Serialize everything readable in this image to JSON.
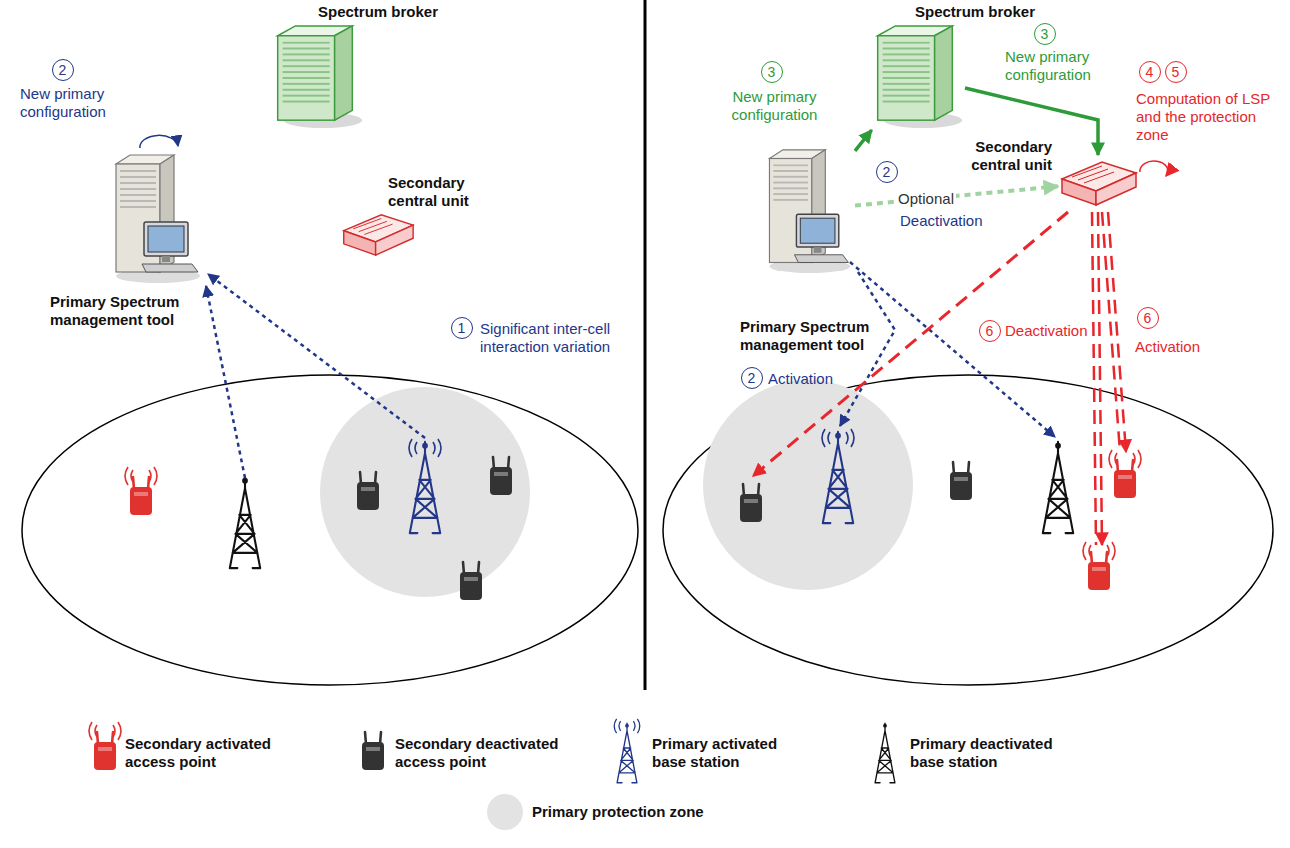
{
  "diagram": {
    "nodes": [
      {
        "text": [
          "Spectrum broker"
        ]
      },
      {
        "text": [
          "Primary Spectrum management tool"
        ]
      },
      {
        "text": [
          "Secondary central unit"
        ]
      },
      {
        "text": [
          "Spectrum broker"
        ]
      },
      {
        "text": [
          "Primary Spectrum management tool"
        ]
      },
      {
        "text": [
          "Secondary central unit"
        ]
      }
    ],
    "edges": [
      {
        "from": 4,
        "to": 3,
        "arrow": "to"
      },
      {
        "from": 3,
        "to": 5,
        "arrow": "to"
      },
      {
        "from": 4,
        "to": 5,
        "label": "Optional",
        "arrow": "to"
      }
    ],
    "labels": [
      "2",
      "New primary configuration",
      "1",
      "Significant inter-cell interaction variation",
      "3",
      "New primary configuration",
      "3",
      "New primary configuration",
      "2",
      "Deactivation",
      "2",
      "Activation",
      "4",
      "5",
      "Computation of LSP and the protection zone",
      "6",
      "Deactivation",
      "6",
      "Activation"
    ],
    "legend": [
      {
        "text": "Secondary activated access point"
      },
      {
        "text": "Secondary deactivated access point"
      },
      {
        "text": "Primary activated base station"
      },
      {
        "text": "Primary deactivated base station"
      },
      {
        "text": "Primary protection zone",
        "color": "#e3e3e3"
      }
    ]
  }
}
